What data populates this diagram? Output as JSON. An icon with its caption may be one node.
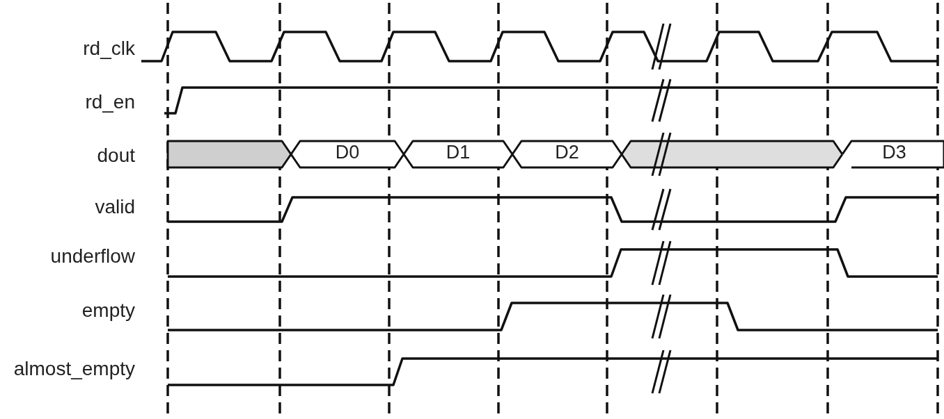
{
  "diagram": {
    "labels": [
      "rd_clk",
      "rd_en",
      "dout",
      "D0",
      "D1",
      "D2",
      "D3",
      "valid",
      "underflow",
      "empty",
      "almost_empty"
    ]
  }
}
